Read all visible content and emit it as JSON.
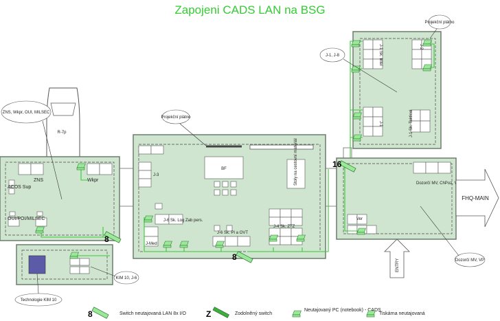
{
  "title": "Zapojeni CADS LAN na BSG",
  "colors": {
    "cable": "#33cc33",
    "room": "#cfe5cf",
    "title": "#33cc33"
  },
  "vehicle": {
    "label": "R-7p"
  },
  "rooms": {
    "left": {
      "labels": [
        "ACOS Sup",
        "ZNS",
        "Wkpr",
        "OUI/POI/MILSEC"
      ]
    },
    "tech": {
      "box_label": "KIM 10, J-6",
      "legend_label": "Technologie KIM 10"
    },
    "center": {
      "labels": [
        "J-3",
        "J-6 Sk. Log Zab pers.",
        "J-Med",
        "J-6 Sk. PI a OVT",
        "J-4 Sk. ZTZ",
        "BF",
        "Stoly na cestovní materiál"
      ],
      "screen_label": "Projekční plátno"
    },
    "right_top": {
      "labels": [
        "J-1 Sk. Intel",
        "J-2",
        "J-1",
        "J-1 Sk. Taktical"
      ],
      "callout": "J-1, J-8",
      "screen_label": "Projekční plátno"
    },
    "right": {
      "labels": [
        "Dozorčí MV, ChPoz, VPoz",
        "Ver"
      ],
      "callout": "Dozorčí MV, VP"
    }
  },
  "callouts": {
    "zns": "ZNS, Wkpr, OUI, MILSEC"
  },
  "counts": {
    "left": "8",
    "center": "8",
    "right": "16"
  },
  "exits": {
    "fhq": "FHQ-MAIN",
    "entry": "ENTRY"
  },
  "legend": [
    {
      "icon": "switch-icon",
      "count": "8",
      "label": "Switch neutajovaná LAN 8x I/O"
    },
    {
      "icon": "hardened-switch-icon",
      "count": "Z",
      "label": "Zodolněný switch"
    },
    {
      "icon": "pc-icon",
      "count": "",
      "label": "Neutajovaný PC (notebook) - CADS"
    },
    {
      "icon": "printer-icon",
      "count": "",
      "label": "Tiskárna neutajovaná"
    }
  ]
}
